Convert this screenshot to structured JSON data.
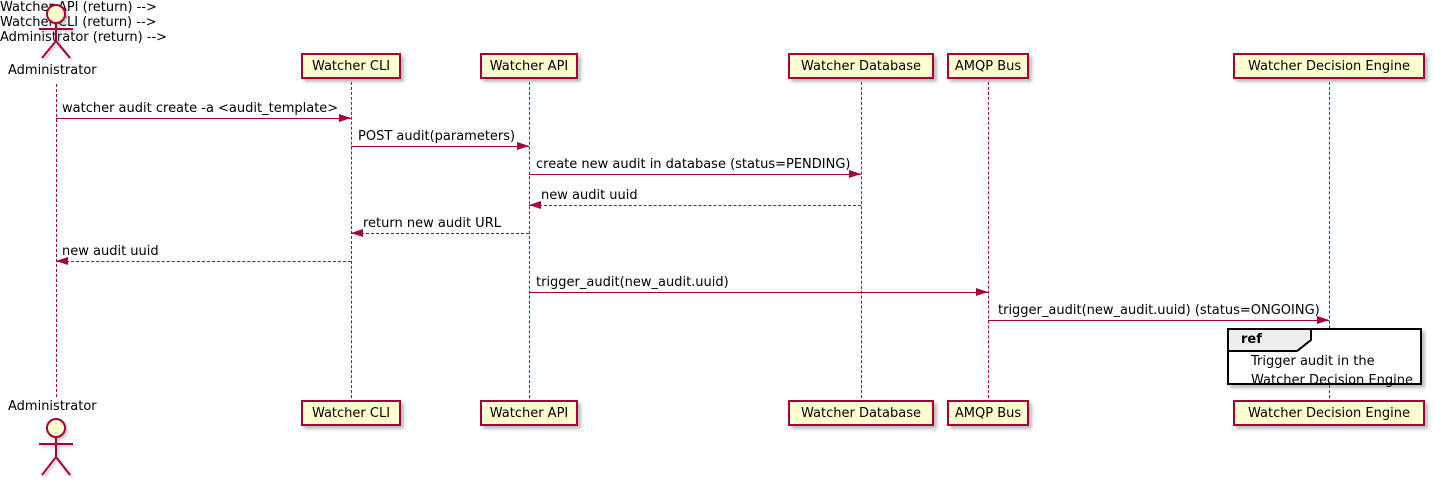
{
  "diagram": {
    "title": "",
    "participants": [
      {
        "id": "administrator",
        "type": "actor",
        "label": "Administrator"
      },
      {
        "id": "watcher-cli",
        "type": "participant",
        "label": "Watcher CLI"
      },
      {
        "id": "watcher-api",
        "type": "participant",
        "label": "Watcher API"
      },
      {
        "id": "watcher-database",
        "type": "participant",
        "label": "Watcher Database"
      },
      {
        "id": "amqp-bus",
        "type": "participant",
        "label": "AMQP Bus"
      },
      {
        "id": "watcher-decision-engine",
        "type": "participant",
        "label": "Watcher Decision Engine"
      }
    ],
    "messages": [
      {
        "from": "Administrator",
        "to": "Watcher CLI",
        "style": "solid",
        "label": "watcher audit create -a <audit_template>"
      },
      {
        "from": "Watcher CLI",
        "to": "Watcher API",
        "style": "solid",
        "label": "POST audit(parameters)"
      },
      {
        "from": "Watcher API",
        "to": "Watcher Database",
        "style": "solid",
        "label": "create new audit in database (status=PENDING)"
      },
      {
        "from": "Watcher Database",
        "to": "Watcher API",
        "style": "dashed",
        "label": "new audit uuid"
      },
      {
        "from": "Watcher API",
        "to": "Watcher CLI",
        "style": "dashed",
        "label": "return new audit URL"
      },
      {
        "from": "Watcher CLI",
        "to": "Administrator",
        "style": "dashed",
        "label": "new audit uuid"
      },
      {
        "from": "Watcher API",
        "to": "AMQP Bus",
        "style": "solid",
        "label": "trigger_audit(new_audit.uuid)"
      },
      {
        "from": "AMQP Bus",
        "to": "Watcher Decision Engine",
        "style": "solid",
        "label": "trigger_audit(new_audit.uuid) (status=ONGOING)"
      }
    ],
    "ref": {
      "keyword": "ref",
      "over": "Watcher Decision Engine",
      "lines": [
        "Trigger audit in the",
        "Watcher Decision Engine"
      ]
    },
    "colors": {
      "participant_fill": "#FEFECE",
      "stroke": "#A80036",
      "ref_tag_fill": "#EEEEEE",
      "ref_border": "#000000",
      "text": "#000000"
    }
  }
}
